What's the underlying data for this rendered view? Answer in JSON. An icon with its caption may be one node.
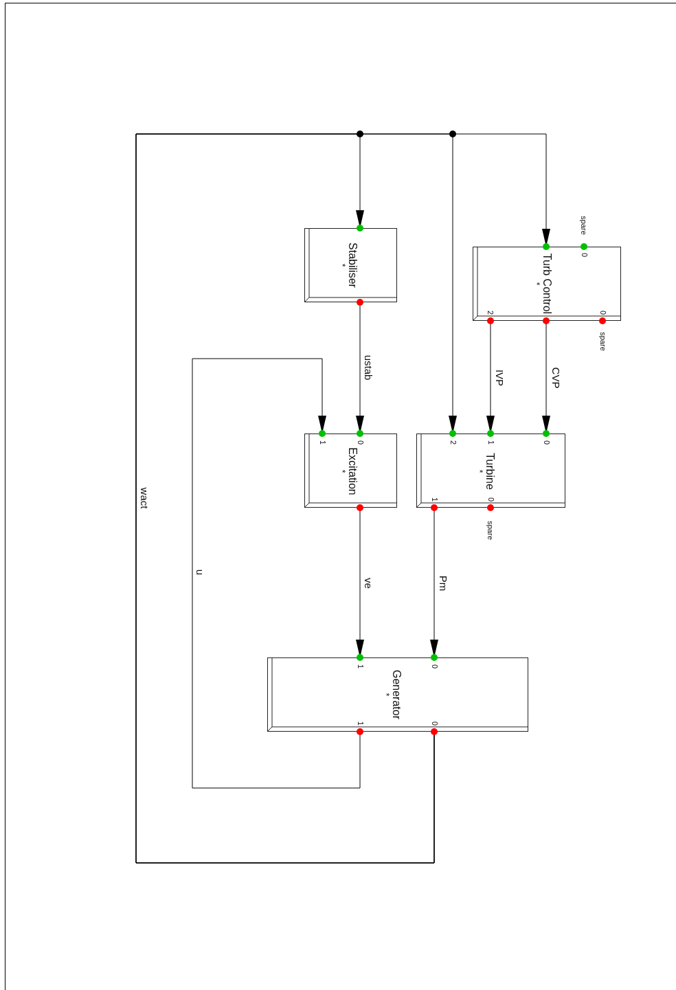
{
  "diagram": {
    "nodes": [
      {
        "text": [
          "Stabiliser",
          "*"
        ]
      },
      {
        "text": [
          "Turb Control",
          "*"
        ]
      },
      {
        "text": [
          "Excitation",
          "*"
        ]
      },
      {
        "text": [
          "Turbine",
          "*"
        ]
      },
      {
        "text": [
          "Generator",
          "*"
        ]
      }
    ],
    "edges": [
      {
        "from": 4,
        "to": 0,
        "arrow": "to",
        "label": "wact"
      },
      {
        "from": 4,
        "to": 3,
        "arrow": "to"
      },
      {
        "from": 4,
        "to": 1,
        "arrow": "to"
      },
      {
        "from": 0,
        "to": 2,
        "arrow": "to",
        "label": "ustab"
      },
      {
        "from": 4,
        "to": 2,
        "arrow": "to",
        "label": "u"
      },
      {
        "from": 1,
        "to": 3,
        "arrow": "to",
        "label": "IVP"
      },
      {
        "from": 1,
        "to": 3,
        "arrow": "to",
        "label": "CVP"
      },
      {
        "from": 2,
        "to": 4,
        "arrow": "to",
        "label": "ve"
      },
      {
        "from": 3,
        "to": 4,
        "arrow": "to",
        "label": "Pm"
      }
    ],
    "labels": [
      "spare",
      "0",
      "2",
      "0",
      "spare",
      "1",
      "0",
      "2",
      "1",
      "0",
      "1",
      "0",
      "spare",
      "1",
      "0",
      "1",
      "0"
    ]
  }
}
